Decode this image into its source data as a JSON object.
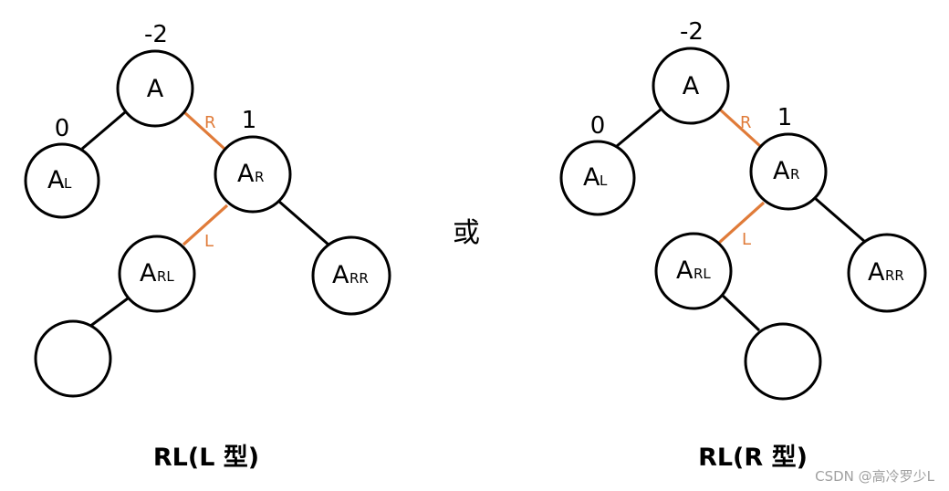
{
  "separator_text": "或",
  "watermark": "CSDN @高冷罗少L",
  "colors": {
    "highlight": "#e07b39",
    "line": "#000000",
    "background": "#ffffff"
  },
  "left_diagram": {
    "caption": "RL(L 型)",
    "balance_root": "-2",
    "balance_left": "0",
    "balance_right": "1",
    "edge_label_r": "R",
    "edge_label_l": "L",
    "nodes": {
      "root": {
        "main": "A",
        "sub": ""
      },
      "left": {
        "main": "A",
        "sub": "L"
      },
      "right": {
        "main": "A",
        "sub": "R"
      },
      "rl": {
        "main": "A",
        "sub": "RL"
      },
      "rr": {
        "main": "A",
        "sub": "RR"
      },
      "new": {
        "main": "",
        "sub": ""
      }
    }
  },
  "right_diagram": {
    "caption": "RL(R 型)",
    "balance_root": "-2",
    "balance_left": "0",
    "balance_right": "1",
    "edge_label_r": "R",
    "edge_label_l": "L",
    "nodes": {
      "root": {
        "main": "A",
        "sub": ""
      },
      "left": {
        "main": "A",
        "sub": "L"
      },
      "right": {
        "main": "A",
        "sub": "R"
      },
      "rl": {
        "main": "A",
        "sub": "RL"
      },
      "rr": {
        "main": "A",
        "sub": "RR"
      },
      "new": {
        "main": "",
        "sub": ""
      }
    }
  }
}
